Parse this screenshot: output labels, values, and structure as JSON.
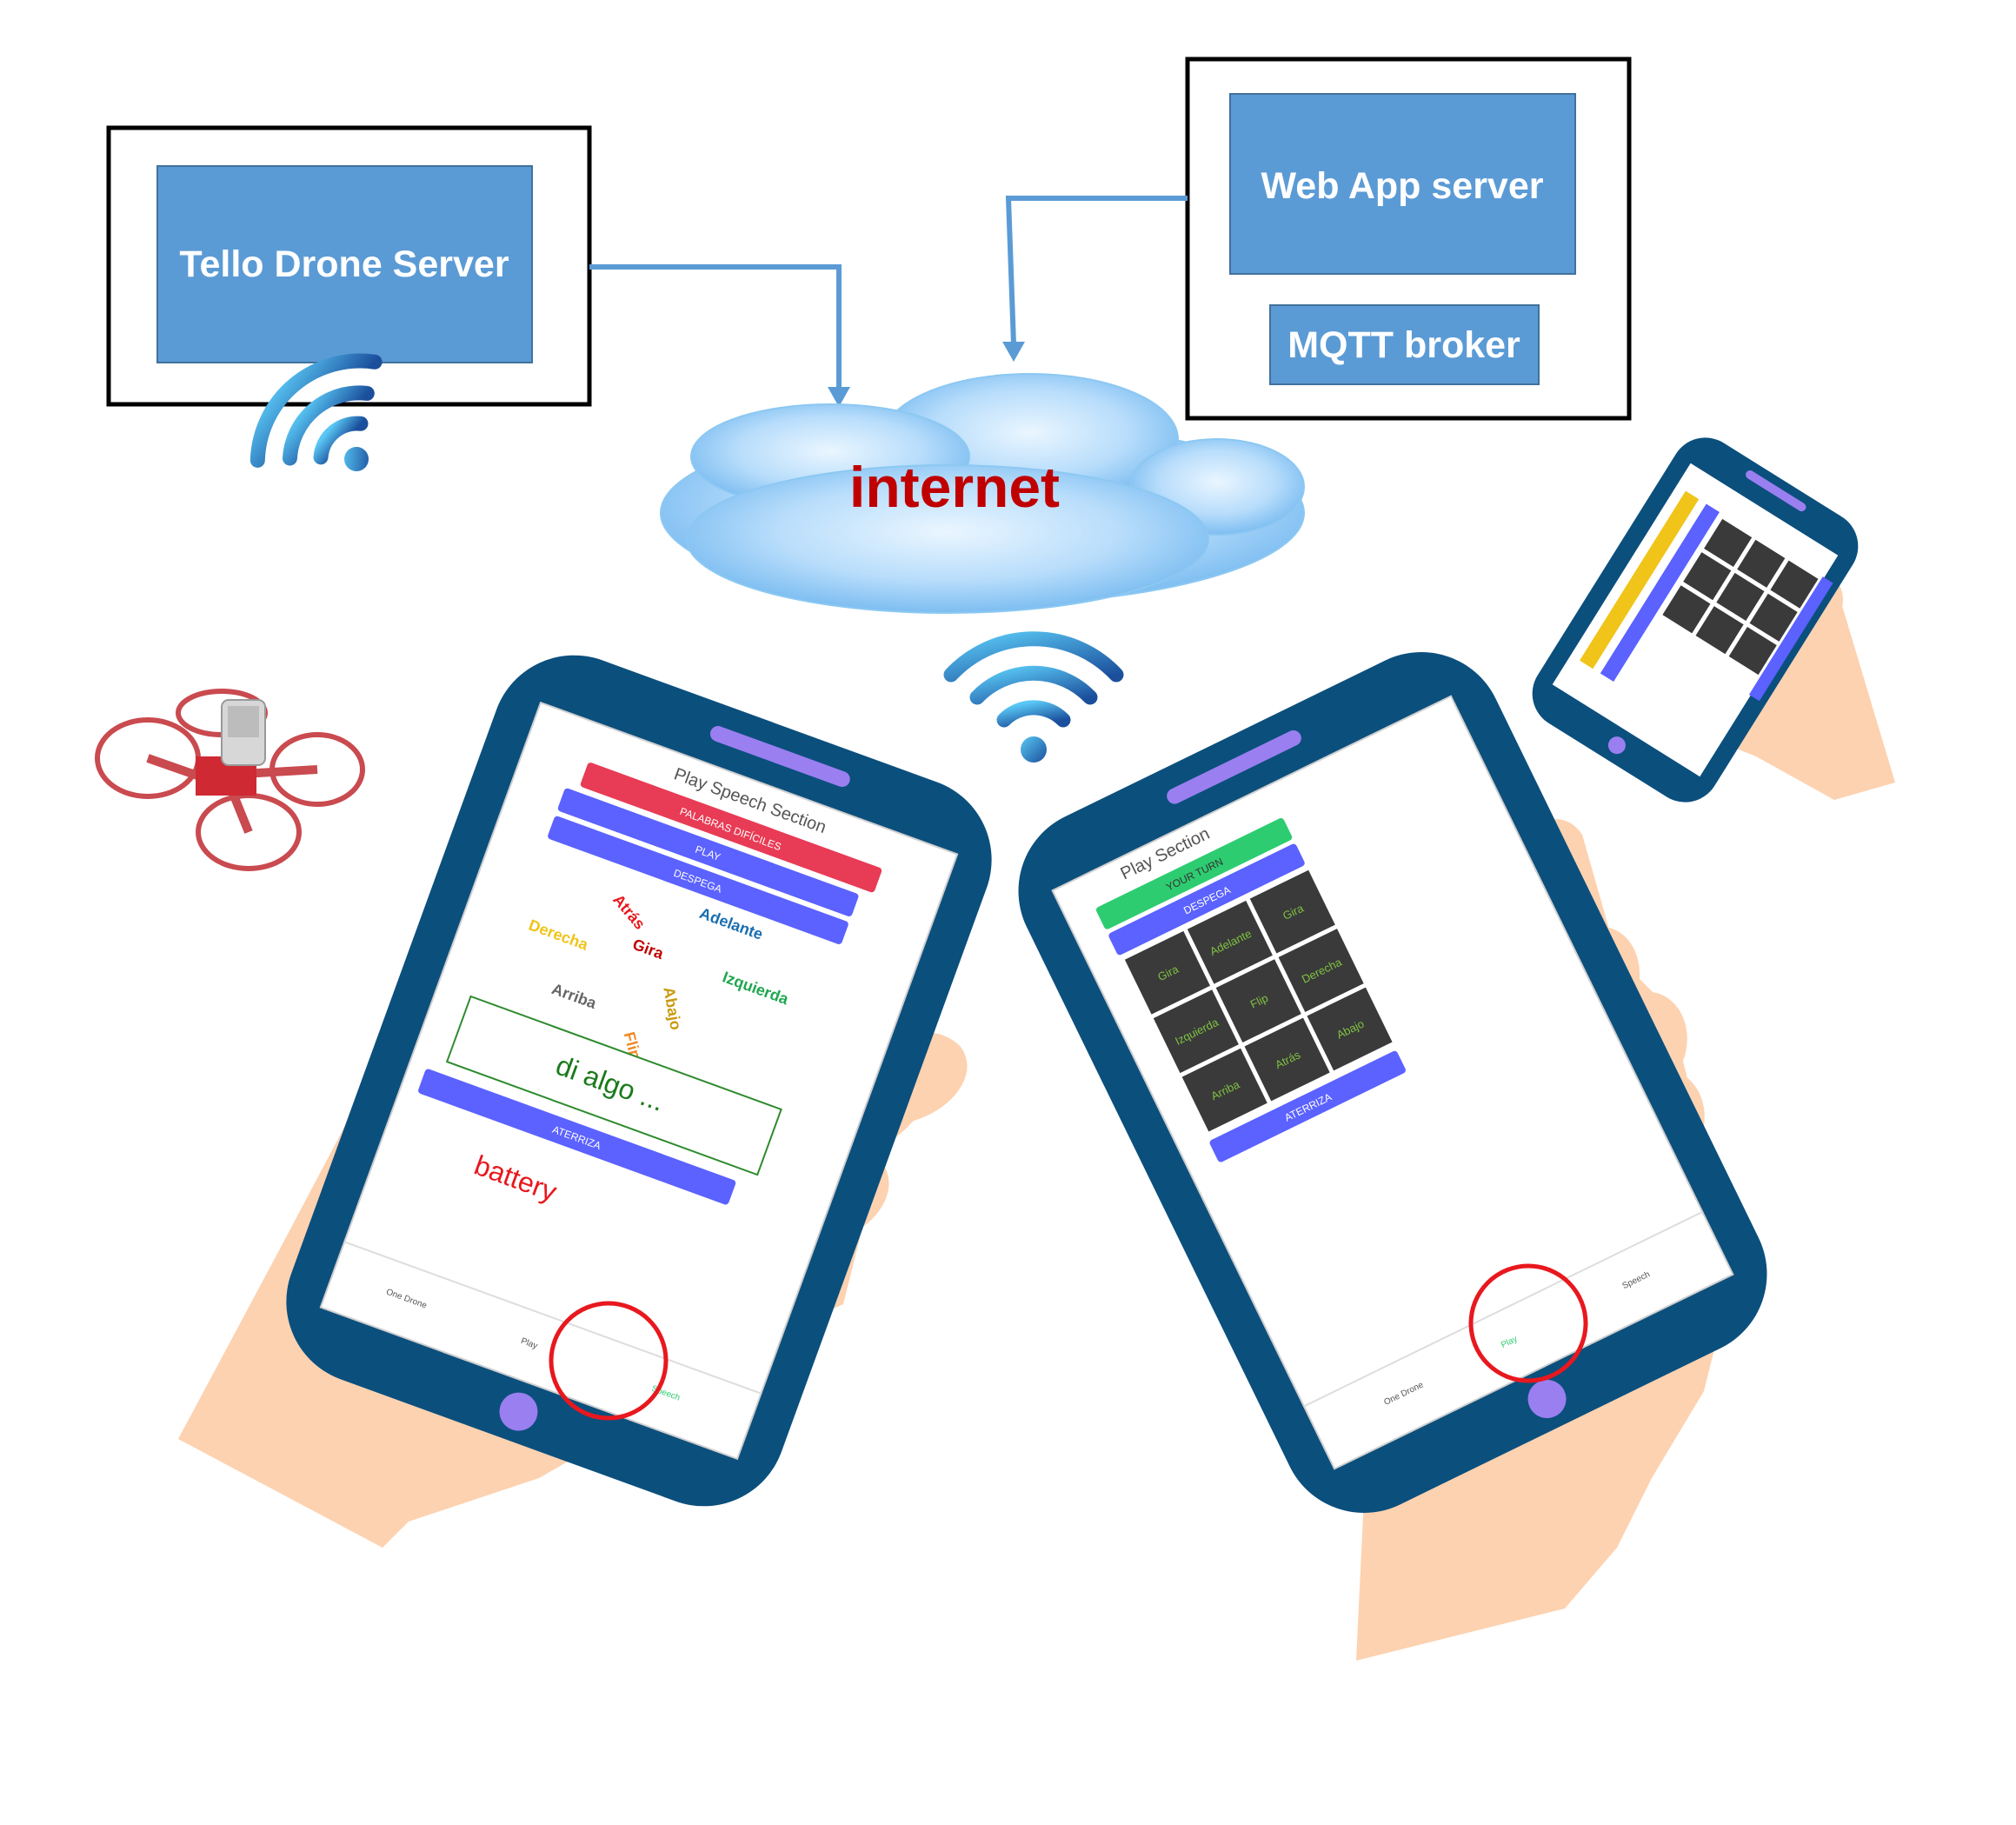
{
  "servers": {
    "tello": {
      "label": "Tello Drone Server"
    },
    "webapp": {
      "label": "Web App server",
      "broker_label": "MQTT broker"
    }
  },
  "network": {
    "label": "internet"
  },
  "colors": {
    "box_fill": "#5b9bd5",
    "internet_text": "#c00000",
    "phone_body": "#0b4f7d",
    "phone_speaker": "#9a7ff0",
    "skin": "#fdd2b0",
    "highlight_circle": "#e8181e",
    "btn_blue": "#5b62ff",
    "btn_red": "#e83b55",
    "btn_green": "#2ecc71",
    "grid_tile": "#3a3a3a",
    "grid_text": "#7fc241"
  },
  "phone_left": {
    "section_title": "Play Speech Section",
    "buttons": [
      "PALABRAS DIFÍCILES",
      "PLAY",
      "DESPEGA"
    ],
    "words": [
      {
        "text": "Atrás",
        "color": "#e8181e"
      },
      {
        "text": "Adelante",
        "color": "#1a6fb0"
      },
      {
        "text": "Gira",
        "color": "#c00000"
      },
      {
        "text": "Izquierda",
        "color": "#1fa74f"
      },
      {
        "text": "Derecha",
        "color": "#f0c419"
      },
      {
        "text": "Abajo",
        "color": "#c89a10"
      },
      {
        "text": "Arriba",
        "color": "#666666"
      },
      {
        "text": "Flip",
        "color": "#f08a24"
      }
    ],
    "speech_placeholder": "di algo ...",
    "land_button": "ATERRIZA",
    "battery_label": "battery",
    "tabs": [
      "One Drone",
      "Play",
      "Speech"
    ]
  },
  "phone_right": {
    "section_title": "Play Section",
    "buttons": [
      "YOUR TURN",
      "DESPEGA"
    ],
    "grid": [
      "Gira",
      "Adelante",
      "Gira",
      "Izquierda",
      "Flip",
      "Derecha",
      "Arriba",
      "Atrás",
      "Abajo"
    ],
    "land_button": "ATERRIZA",
    "tabs": [
      "One Drone",
      "Play",
      "Speech"
    ]
  },
  "icons": [
    "wifi-icon-drone",
    "wifi-icon-phone",
    "drone-icon",
    "cloud-icon",
    "hand-icon"
  ]
}
